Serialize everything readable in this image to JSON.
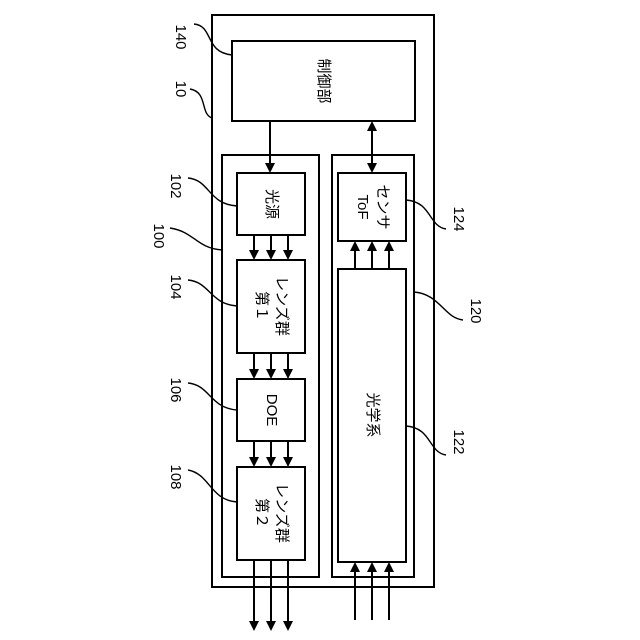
{
  "blocks": {
    "controller": {
      "text": "制御部"
    },
    "light_source": {
      "text": "光源"
    },
    "lens_group_1": {
      "line1": "第１",
      "line2": "レンズ群"
    },
    "doe": {
      "text": "DOE"
    },
    "lens_group_2": {
      "line1": "第２",
      "line2": "レンズ群"
    },
    "tof_sensor": {
      "line1": "ToF",
      "line2": "センサ"
    },
    "optical_system": {
      "text": "光学系"
    }
  },
  "refs": {
    "r140": "140",
    "r10": "10",
    "r102": "102",
    "r100": "100",
    "r104": "104",
    "r106": "106",
    "r108": "108",
    "r124": "124",
    "r120": "120",
    "r122": "122"
  },
  "colors": {
    "line": "#000000",
    "background": "#ffffff"
  }
}
